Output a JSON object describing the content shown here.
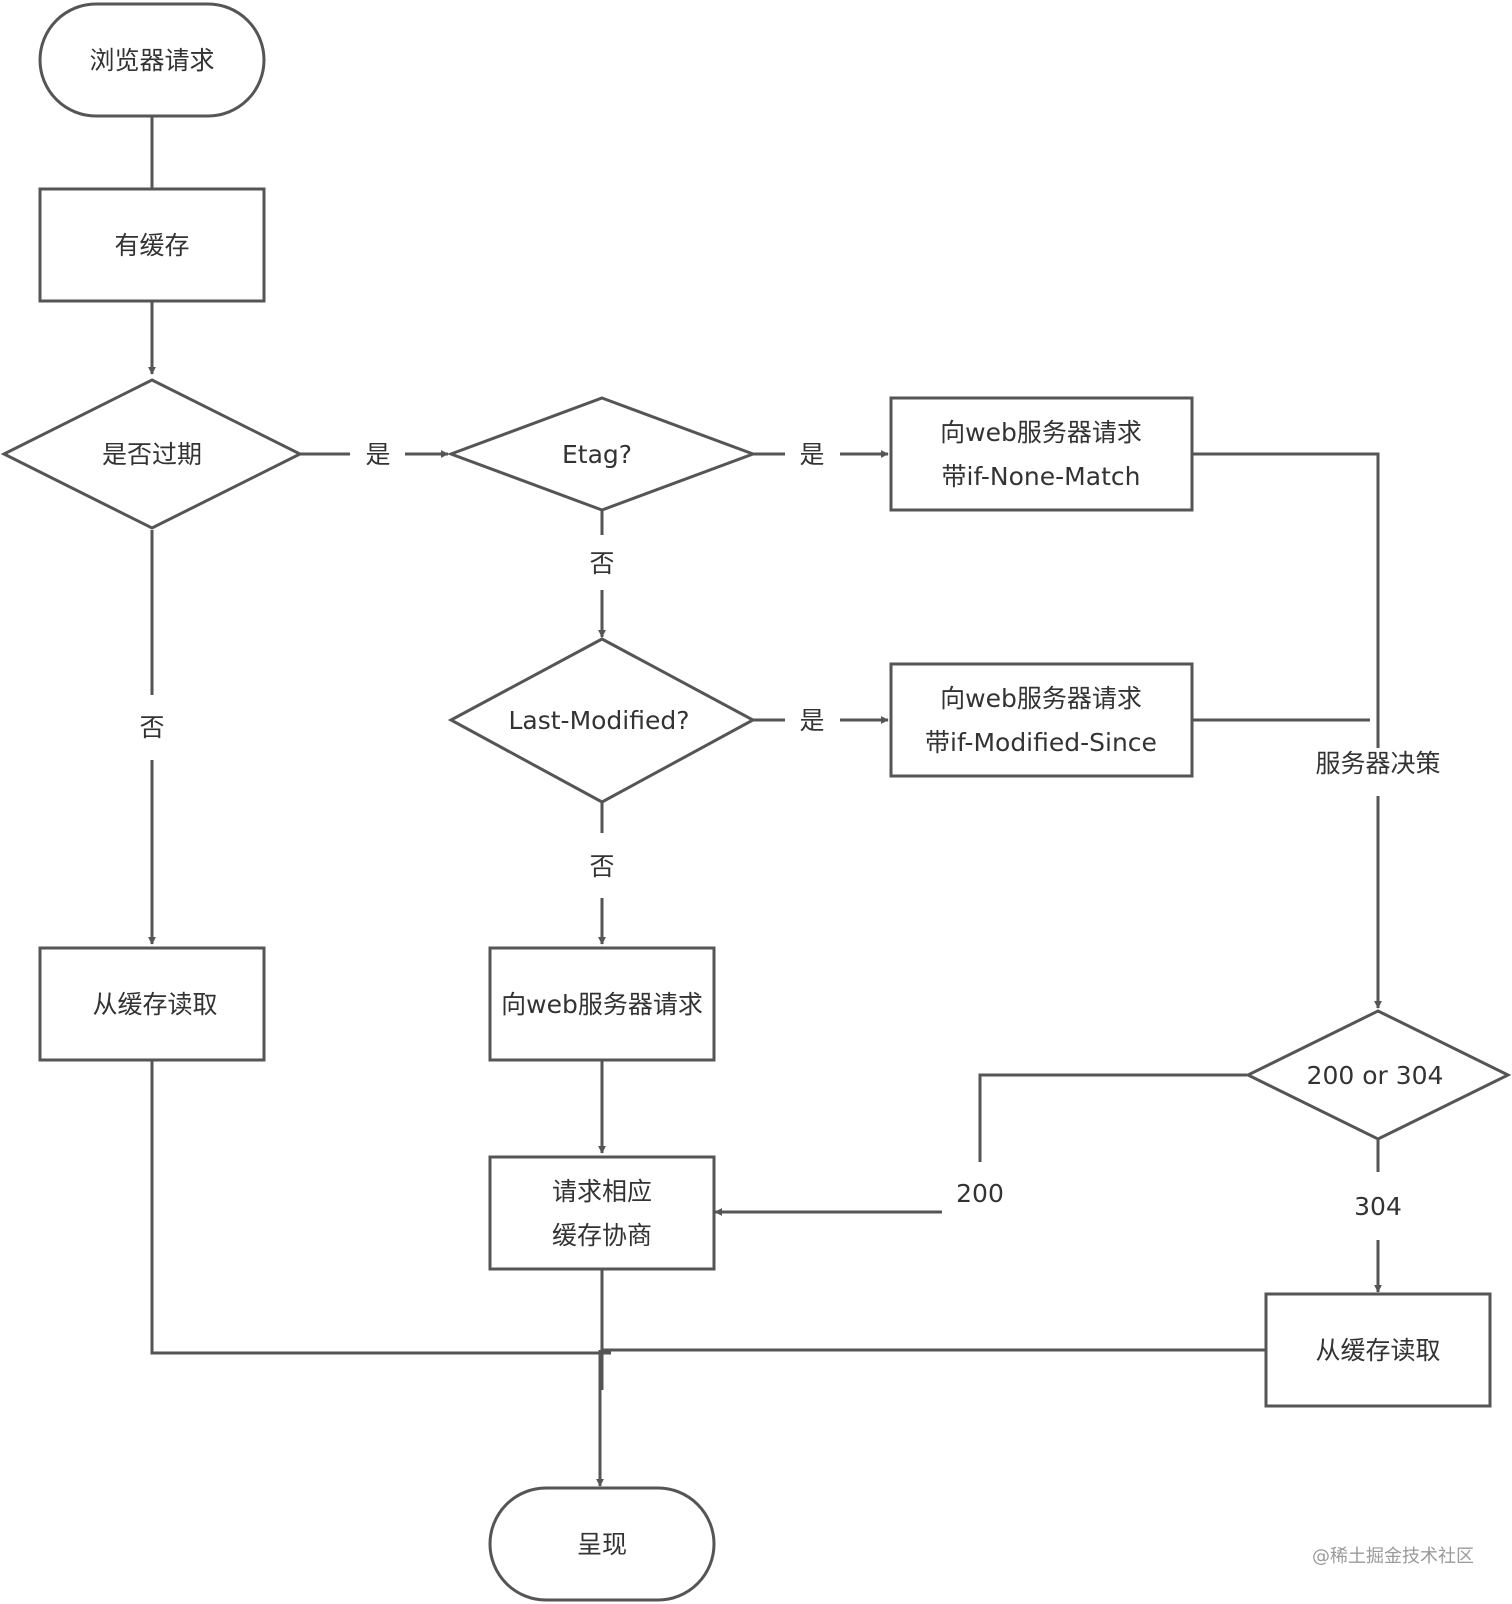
{
  "nodes": {
    "start": "浏览器请求",
    "has_cache": "有缓存",
    "expired": "是否过期",
    "etag": "Etag?",
    "req_none_match_1": "向web服务器请求",
    "req_none_match_2": "带if-None-Match",
    "last_modified": "Last-Modified?",
    "req_mod_since_1": "向web服务器请求",
    "req_mod_since_2": "带if-Modified-Since",
    "read_cache_left": "从缓存读取",
    "req_server": "向web服务器请求",
    "negotiate_1": "请求相应",
    "negotiate_2": "缓存协商",
    "status_decision": "200 or 304",
    "read_cache_right": "从缓存读取",
    "render": "呈现"
  },
  "edges": {
    "expired_yes": "是",
    "expired_no": "否",
    "etag_yes": "是",
    "etag_no": "否",
    "lm_yes": "是",
    "lm_no": "否",
    "server_decision": "服务器决策",
    "status_200": "200",
    "status_304": "304"
  },
  "watermark": "@稀土掘金技术社区",
  "colors": {
    "stroke": "#555555",
    "text": "#333333",
    "background": "#ffffff"
  }
}
